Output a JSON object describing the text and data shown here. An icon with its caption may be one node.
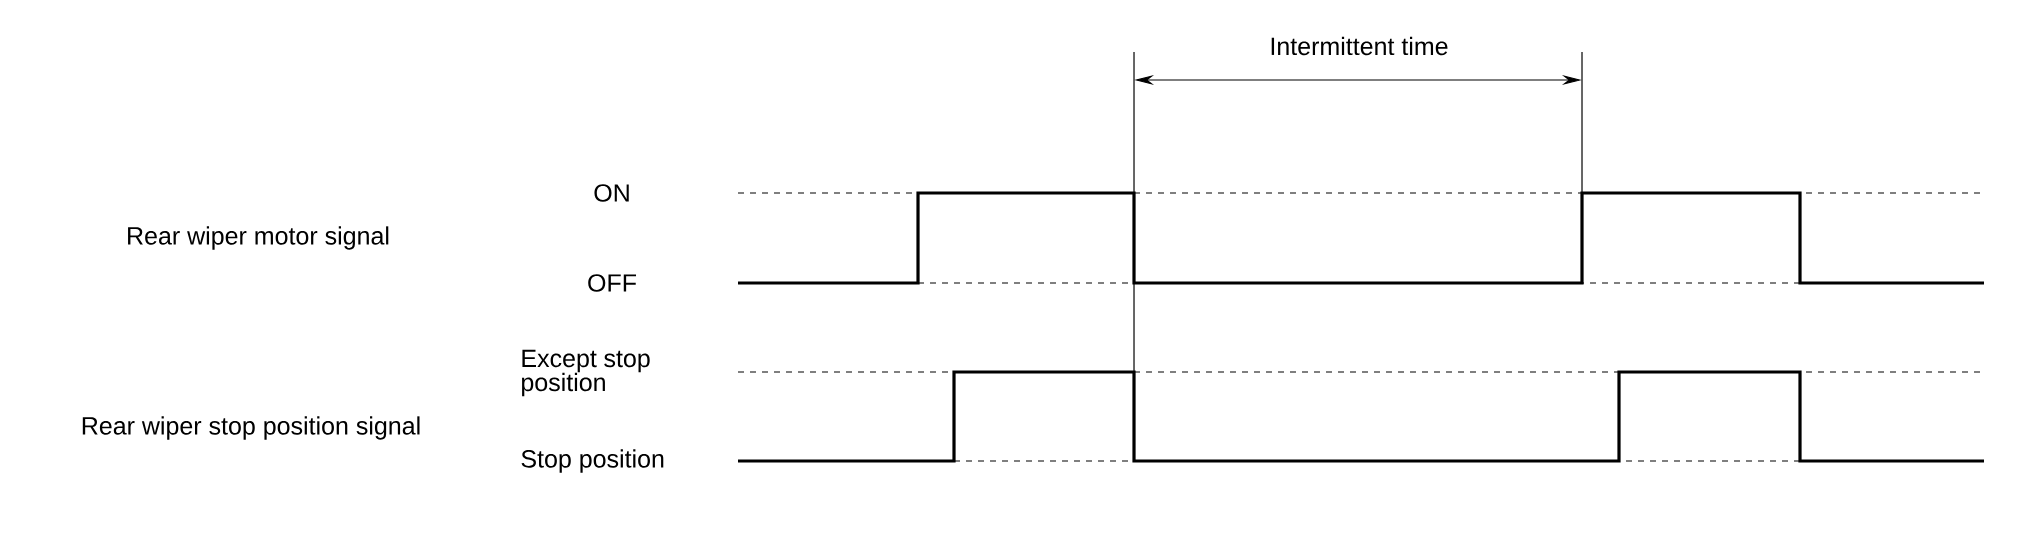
{
  "diagram": {
    "labels": [
      "Intermittent time",
      "ON",
      "Rear wiper motor signal",
      "OFF",
      "Except stop position",
      "Rear wiper stop position signal",
      "Stop position"
    ]
  }
}
